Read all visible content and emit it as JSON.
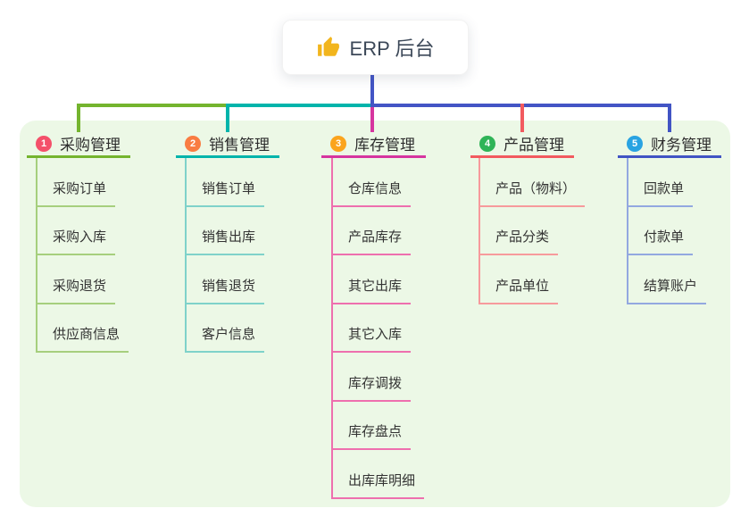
{
  "root": {
    "title": "ERP 后台",
    "icon": "thumbs-up-icon"
  },
  "colors": {
    "canvas_bg": "#ffffff",
    "panel_bg": "#ecf8e6",
    "root_line": "#4355c5",
    "bus_green": "#74b42e",
    "bus_teal": "#00b4ab",
    "bus_blue": "#4355c5",
    "drop_magenta": "#d6359f",
    "drop_red": "#f25a5f",
    "thumb_icon": "#f2b51d",
    "root_text": "#3c4858",
    "node_text": "#333333"
  },
  "branches": [
    {
      "badge": "1",
      "title": "采购管理",
      "badge_color": "#f4506a",
      "line_color": "#74b42e",
      "child_line_color": "#a6cf7d",
      "children": [
        "采购订单",
        "采购入库",
        "采购退货",
        "供应商信息"
      ]
    },
    {
      "badge": "2",
      "title": "销售管理",
      "badge_color": "#f97c42",
      "line_color": "#00b4ab",
      "child_line_color": "#7fd2ca",
      "children": [
        "销售订单",
        "销售出库",
        "销售退货",
        "客户信息"
      ]
    },
    {
      "badge": "3",
      "title": "库存管理",
      "badge_color": "#fba41d",
      "line_color": "#d6359f",
      "child_line_color": "#ee6fae",
      "children": [
        "仓库信息",
        "产品库存",
        "其它出库",
        "其它入库",
        "库存调拨",
        "库存盘点",
        "出库库明细"
      ]
    },
    {
      "badge": "4",
      "title": "产品管理",
      "badge_color": "#2fb457",
      "line_color": "#f25a5f",
      "child_line_color": "#f79a9c",
      "children": [
        "产品（物料）",
        "产品分类",
        "产品单位"
      ]
    },
    {
      "badge": "5",
      "title": "财务管理",
      "badge_color": "#29a3e2",
      "line_color": "#4154c4",
      "child_line_color": "#93a8e0",
      "children": [
        "回款单",
        "付款单",
        "结算账户"
      ]
    }
  ]
}
